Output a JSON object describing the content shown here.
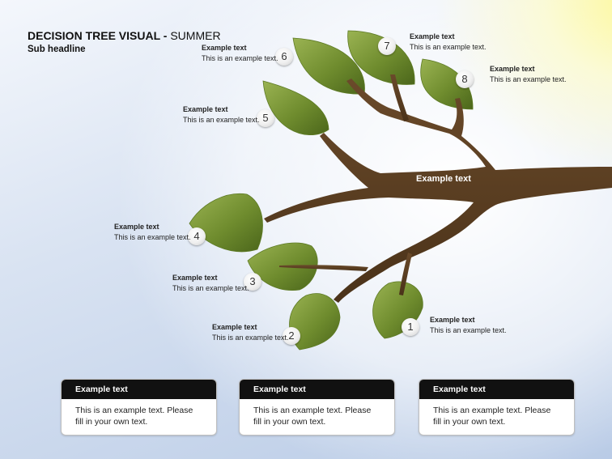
{
  "header": {
    "title_bold": "DECISION TREE VISUAL -",
    "title_season": "SUMMER",
    "subtitle": "Sub headline"
  },
  "trunk_label": "Example text",
  "leaves": [
    {
      "number": "1",
      "heading": "Example text",
      "body": "This is an example text."
    },
    {
      "number": "2",
      "heading": "Example text",
      "body": "This is an example text."
    },
    {
      "number": "3",
      "heading": "Example text",
      "body": "This is an example text."
    },
    {
      "number": "4",
      "heading": "Example text",
      "body": "This is an example text."
    },
    {
      "number": "5",
      "heading": "Example text",
      "body": "This is an example text."
    },
    {
      "number": "6",
      "heading": "Example text",
      "body": "This is an example text."
    },
    {
      "number": "7",
      "heading": "Example text",
      "body": "This is an example text."
    },
    {
      "number": "8",
      "heading": "Example text",
      "body": "This is an example text."
    }
  ],
  "boxes": [
    {
      "header": "Example text",
      "body": "This is an example text. Please fill in your own text."
    },
    {
      "header": "Example text",
      "body": "This is an example text. Please fill in your own text."
    },
    {
      "header": "Example text",
      "body": "This is an example text. Please fill in your own text."
    }
  ],
  "colors": {
    "trunk": "#5b3f22",
    "leaf_light": "#8aa346",
    "leaf_dark": "#4e6a1e",
    "box_header": "#111111"
  }
}
